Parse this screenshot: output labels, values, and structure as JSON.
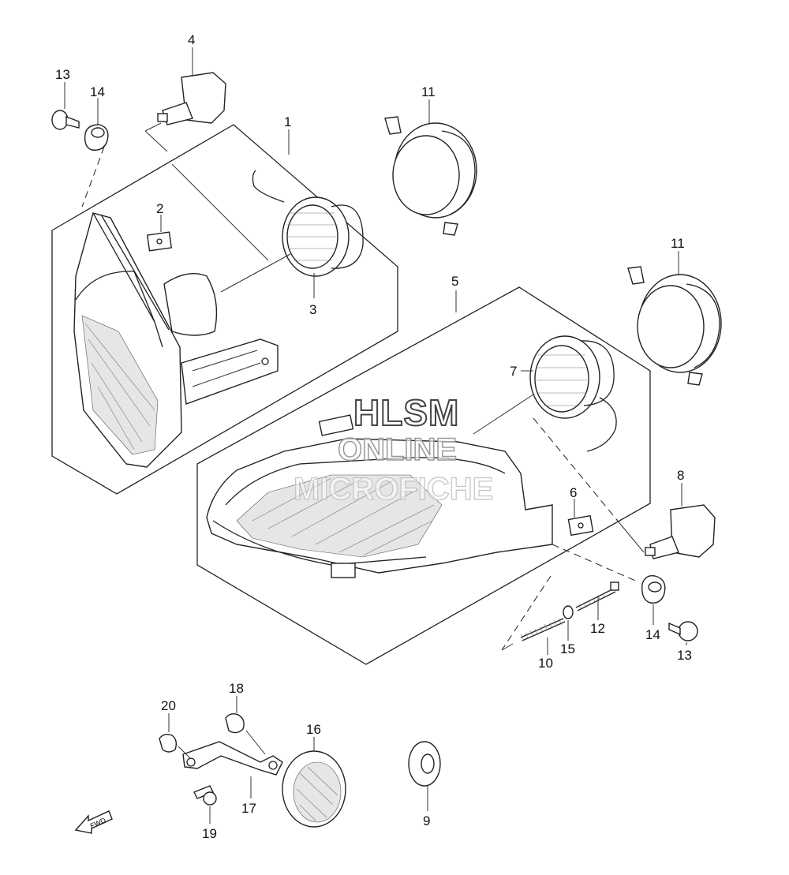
{
  "diagram": {
    "parts": [
      {
        "id": "p1",
        "label": "1"
      },
      {
        "id": "p2",
        "label": "2"
      },
      {
        "id": "p3",
        "label": "3"
      },
      {
        "id": "p4",
        "label": "4"
      },
      {
        "id": "p5",
        "label": "5"
      },
      {
        "id": "p6",
        "label": "6"
      },
      {
        "id": "p7",
        "label": "7"
      },
      {
        "id": "p8",
        "label": "8"
      },
      {
        "id": "p9",
        "label": "9"
      },
      {
        "id": "p10",
        "label": "10"
      },
      {
        "id": "p11a",
        "label": "11"
      },
      {
        "id": "p11b",
        "label": "11"
      },
      {
        "id": "p12",
        "label": "12"
      },
      {
        "id": "p13a",
        "label": "13"
      },
      {
        "id": "p13b",
        "label": "13"
      },
      {
        "id": "p14a",
        "label": "14"
      },
      {
        "id": "p14b",
        "label": "14"
      },
      {
        "id": "p15",
        "label": "15"
      },
      {
        "id": "p16",
        "label": "16"
      },
      {
        "id": "p17",
        "label": "17"
      },
      {
        "id": "p18",
        "label": "18"
      },
      {
        "id": "p19",
        "label": "19"
      },
      {
        "id": "p20",
        "label": "20"
      }
    ],
    "direction_label": "FWD"
  },
  "watermark": {
    "line1": "HLSM",
    "line2": "ONLINE",
    "line3": "MICROFICHE"
  }
}
